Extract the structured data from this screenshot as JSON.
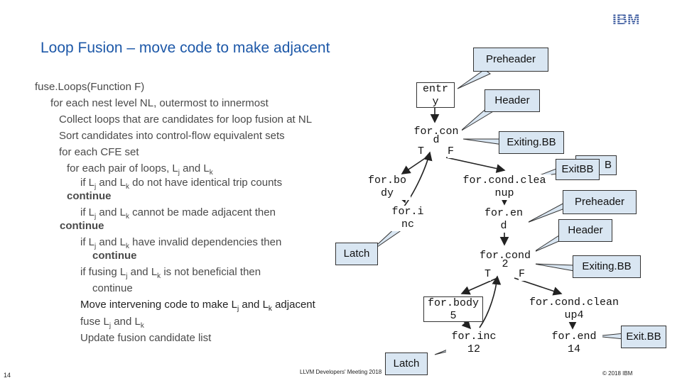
{
  "header": {
    "logo": "IBM",
    "title": "Loop Fusion – move code to make adjacent"
  },
  "code": {
    "l1": "fuse.Loops(Function F)",
    "l2": "for each nest level NL, outermost to innermost",
    "l3": "Collect loops that are candidates for loop fusion at NL",
    "l4": "Sort candidates into control-flow equivalent sets",
    "l5": "for each CFE set",
    "l6": "for each pair of loops, Lj and Lk",
    "l7": "if Lj and Lk do not have identical trip counts",
    "l8": "continue",
    "l9": "if Lj and Lk  cannot be made adjacent then",
    "l10": "continue",
    "l11": "if Lj and Lk have invalid dependencies then",
    "l12": "continue",
    "l13": "if fusing Lj and Lk is not beneficial then",
    "l14": "continue",
    "l15": "Move intervening code to make Lj and Lk adjacent",
    "l16": "fuse Lj and Lk",
    "l17": "Update fusion candidate list"
  },
  "nodes": {
    "entry_a": "entr",
    "entry_b": "y",
    "for_cond_a": "for.con",
    "for_cond_b": "d",
    "t1": "T",
    "f1": "F",
    "for_body_a": "for.bo",
    "for_body_b": "dy",
    "for_inc_a": "for.i",
    "for_inc_b": "nc",
    "cleanup_a": "for.cond.clea",
    "cleanup_b": "nup",
    "for_end_a": "for.en",
    "for_end_b": "d",
    "for_cond2_a": "for.cond",
    "for_cond2_b": "2",
    "t2": "T",
    "f2": "F",
    "body5_a": "for.body",
    "body5_b": "5",
    "inc12_a": "for.inc",
    "inc12_b": "12",
    "cleanup4_a": "for.cond.clean",
    "cleanup4_b": "up4",
    "end14_a": "for.end",
    "end14_b": "14"
  },
  "callouts": {
    "preheader1": "Preheader",
    "header1": "Header",
    "exiting1": "Exiting.BB",
    "exit1_back": "B",
    "exit1": "ExitBB",
    "preheader2": "Preheader",
    "header2": "Header",
    "exiting2": "Exiting.BB",
    "exit2": "Exit.BB",
    "latch1": "Latch",
    "latch2": "Latch"
  },
  "footer": {
    "page": "14",
    "event": "LLVM Developers' Meeting 2018",
    "copyright": "© 2018 IBM"
  }
}
